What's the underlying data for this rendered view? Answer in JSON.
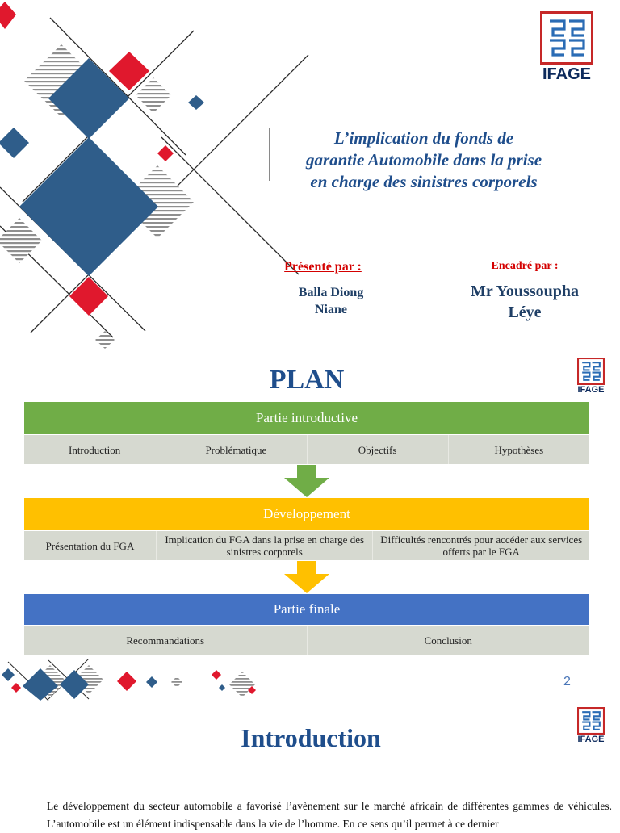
{
  "slide1": {
    "title_lines": [
      "L’implication du fonds de",
      "garantie Automobile dans la prise",
      "en charge des sinistres corporels"
    ],
    "presented_label": "Présenté par :",
    "presenter_lines": [
      "Balla Diong",
      "Niane"
    ],
    "supervised_label": "Encadré par :",
    "supervisor_lines": [
      "Mr Youssoupha",
      "Léye"
    ],
    "logo_text": "IFAGE"
  },
  "slide2": {
    "title": "PLAN",
    "logo_text": "IFAGE",
    "sections": [
      {
        "label": "Partie introductive",
        "color": "#70ad47",
        "items": [
          "Introduction",
          "Problématique",
          "Objectifs",
          "Hypothèses"
        ]
      },
      {
        "label": "Développement",
        "color": "#ffc000",
        "items": [
          "Présentation du FGA",
          "Implication du FGA dans la prise en charge des sinistres corporels",
          "Difficultés rencontrés pour accéder aux services offerts par le FGA"
        ]
      },
      {
        "label": "Partie finale",
        "color": "#4472c4",
        "items": [
          "Recommandations",
          "Conclusion"
        ]
      }
    ],
    "page_number": "2"
  },
  "slide3": {
    "title": "Introduction",
    "logo_text": "IFAGE",
    "body": "Le développement du secteur automobile a favorisé l’avènement sur le marché africain de différentes gammes de véhicules. L’automobile est un élément indispensable dans la vie de l’homme. En ce sens qu’il permet à ce dernier"
  },
  "colors": {
    "navy": "#1f4e8c",
    "red": "#e0182d",
    "steel_blue": "#2f5d8a",
    "green": "#70ad47",
    "gold": "#ffc000",
    "blue": "#4472c4",
    "row_gray": "#d6d9d0"
  }
}
